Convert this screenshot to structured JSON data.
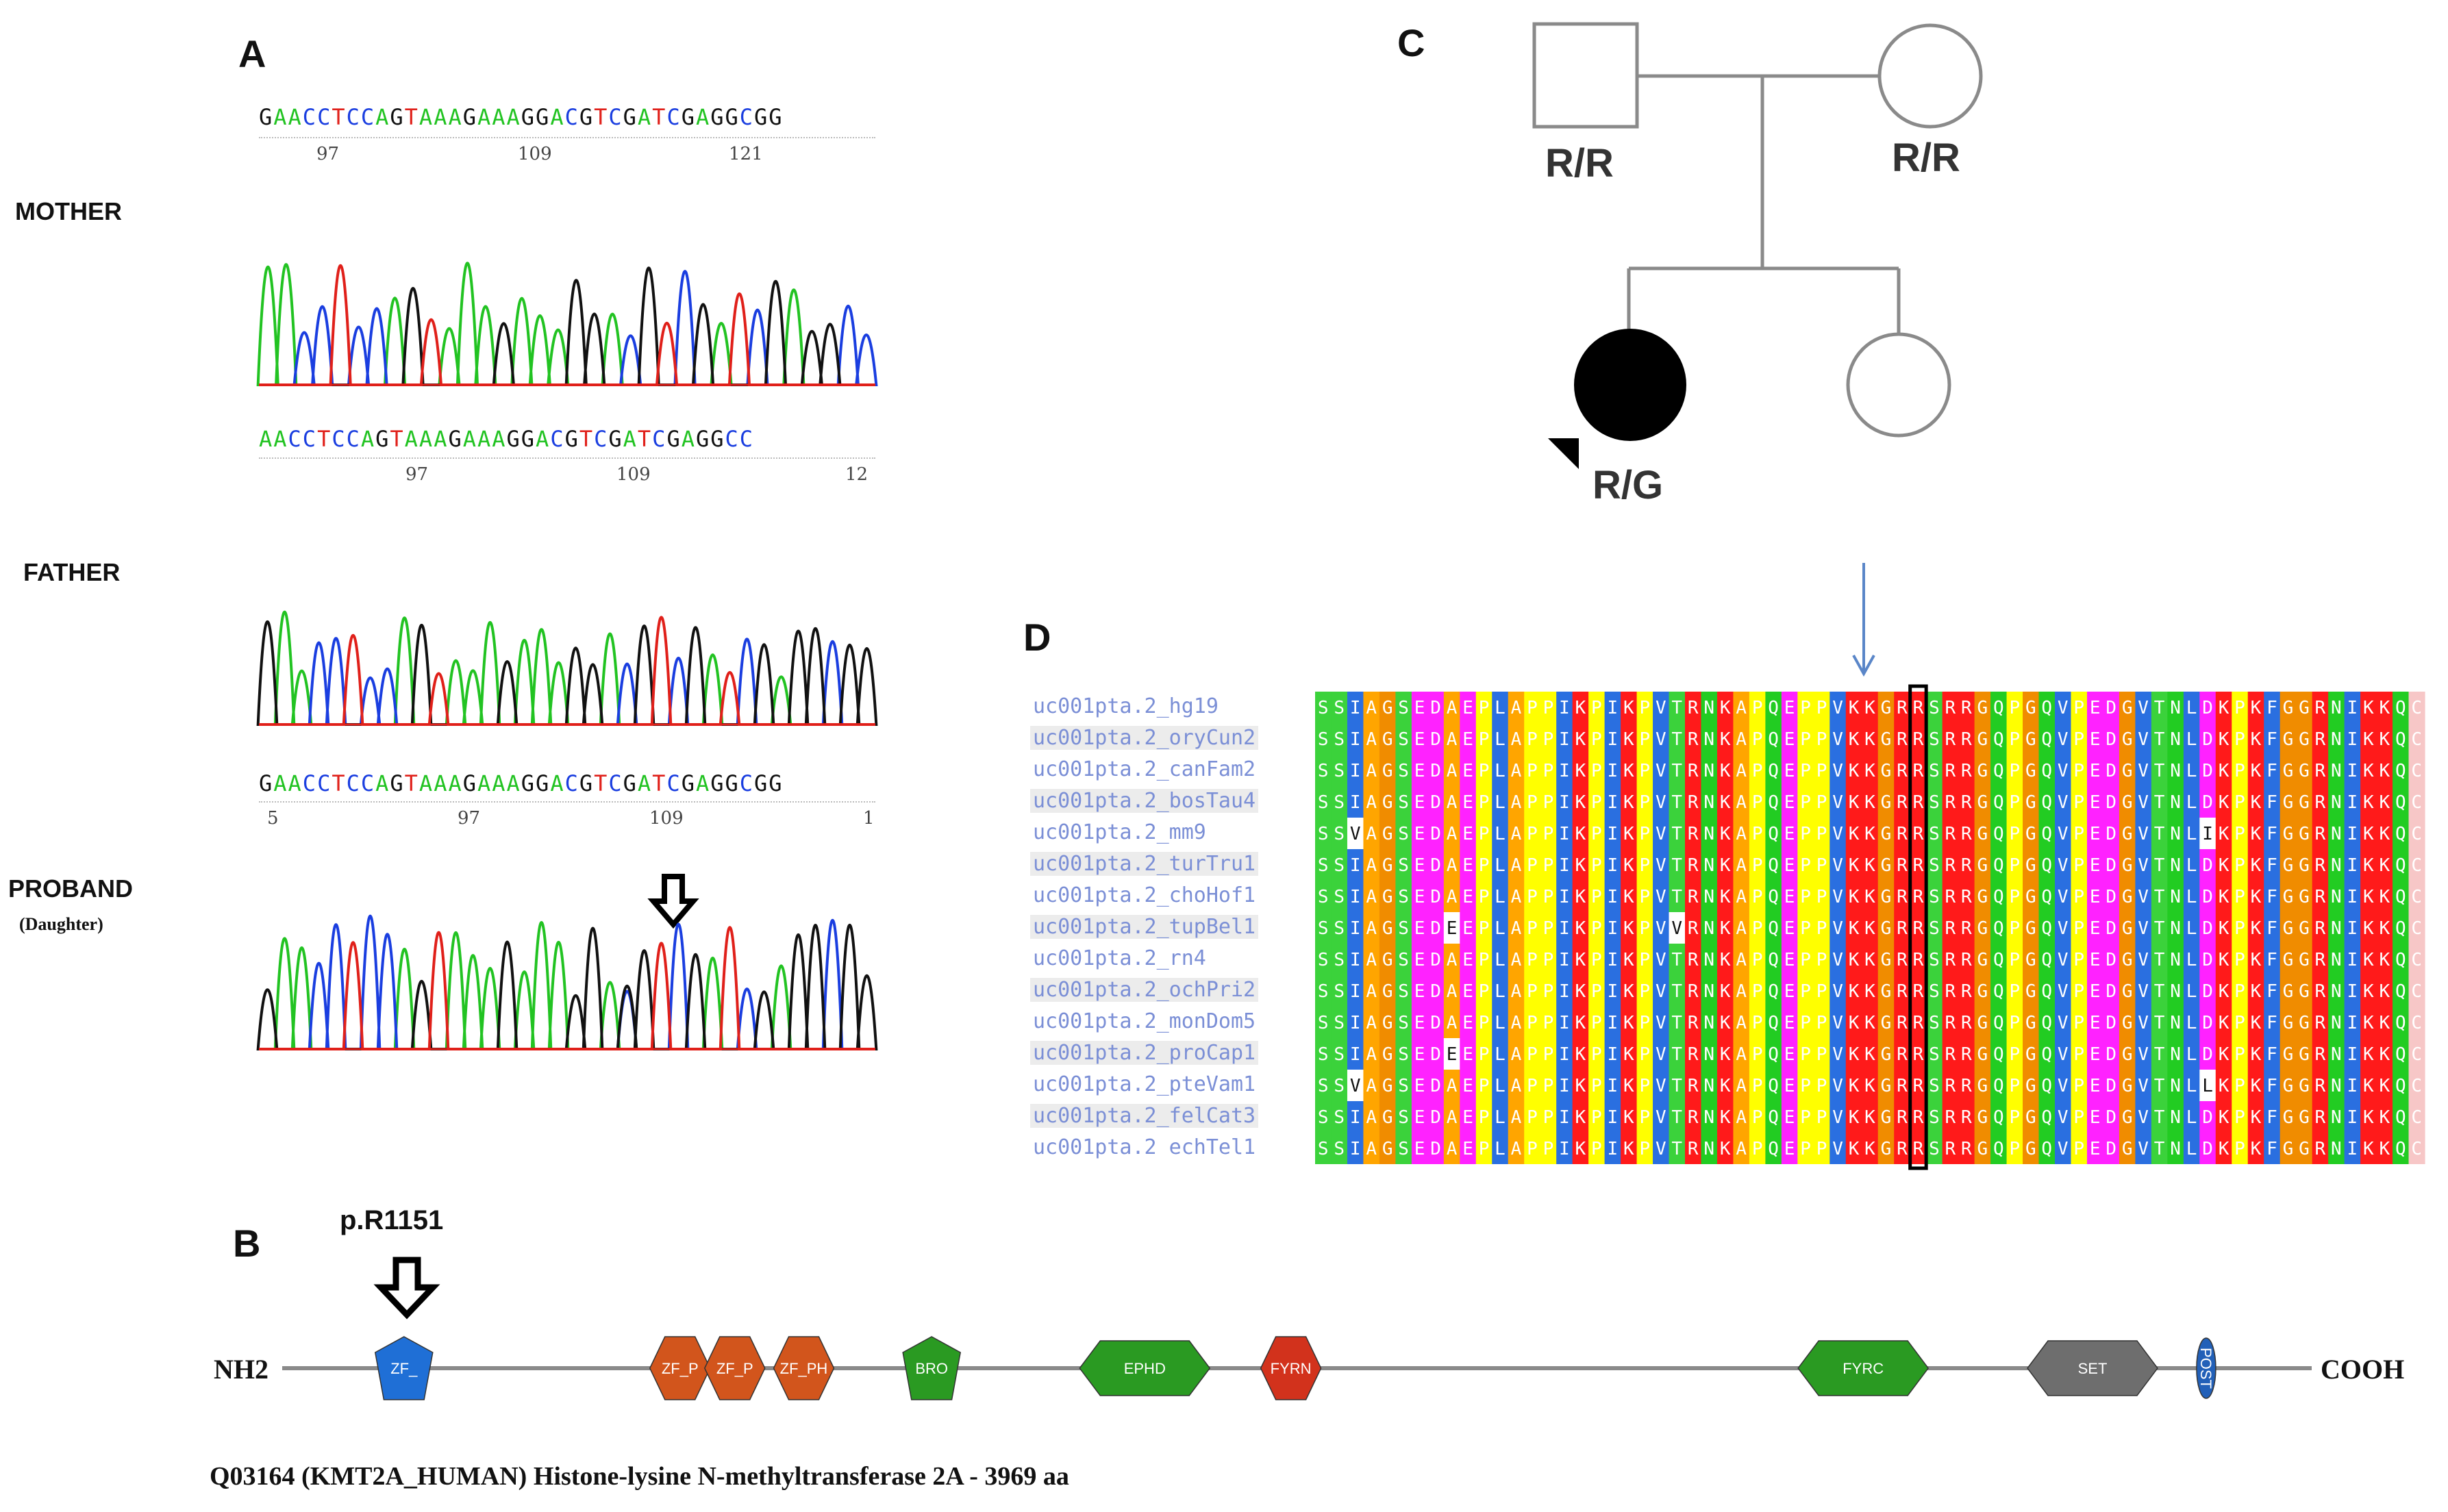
{
  "panels": {
    "a": "A",
    "b": "B",
    "c": "C",
    "d": "D"
  },
  "panel_a": {
    "mother": {
      "label": "MOTHER",
      "ref_seq": "GAACCTCCAGTAAAGAAAGGACGTCGATCGAGGCGG",
      "ref_pos": [
        "97",
        "109",
        "121"
      ],
      "read_seq": "AACCTCCAGTAAAGAAAGGACGTCGATCGAGGCC",
      "read_pos": [
        "97",
        "109",
        "12"
      ]
    },
    "father": {
      "label": "FATHER",
      "read_seq": "GAACCTCCAGTAAAGAAAGGACGTCGATCGAGGCGG",
      "read_pos": [
        "5",
        "97",
        "109",
        "1"
      ]
    },
    "proband": {
      "label": "PROBAND",
      "sublabel": "(Daughter)"
    }
  },
  "panel_b": {
    "variant": "p.R1151",
    "n_term": "NH2",
    "c_term": "COOH",
    "protein_length_aa": 3969,
    "variant_position_aa": 1151,
    "caption": "Q03164 (KMT2A_HUMAN) Histone-lysine N-methyltransferase 2A - 3969 aa",
    "domains": [
      {
        "label": "ZF_",
        "shape": "pentagon",
        "color": "#1f6fd6"
      },
      {
        "label": "ZF_P",
        "shape": "hexagon",
        "color": "#d2551c"
      },
      {
        "label": "ZF_P",
        "shape": "hexagon",
        "color": "#d2551c"
      },
      {
        "label": "ZF_PH",
        "shape": "hexagon",
        "color": "#d2551c"
      },
      {
        "label": "BRO",
        "shape": "pentagon",
        "color": "#2a9a22"
      },
      {
        "label": "EPHD",
        "shape": "elongated-hexagon",
        "color": "#2a9a22"
      },
      {
        "label": "FYRN",
        "shape": "hexagon",
        "color": "#d2321c"
      },
      {
        "label": "FYRC",
        "shape": "elongated-hexagon",
        "color": "#2a9a22"
      },
      {
        "label": "SET",
        "shape": "elongated-hexagon",
        "color": "#6e6e6e"
      },
      {
        "label": "POST",
        "shape": "small-oval",
        "color": "#2260b8"
      }
    ]
  },
  "panel_c": {
    "father_genotype": "R/R",
    "mother_genotype": "R/R",
    "proband_genotype": "R/G",
    "proband_affected": true
  },
  "panel_d": {
    "species": [
      "uc001pta.2_hg19",
      "uc001pta.2_oryCun2",
      "uc001pta.2_canFam2",
      "uc001pta.2_bosTau4",
      "uc001pta.2_mm9",
      "uc001pta.2_turTru1",
      "uc001pta.2_choHof1",
      "uc001pta.2_tupBel1",
      "uc001pta.2_rn4",
      "uc001pta.2_ochPri2",
      "uc001pta.2_monDom5",
      "uc001pta.2_proCap1",
      "uc001pta.2_pteVam1",
      "uc001pta.2_felCat3",
      "uc001pta.2 echTel1"
    ],
    "consensus": "SSIAGSEDAEPLAPPIKPIKPVTRNKAPQEPPVKKGRRSRRGQPGQVPEDGVTNLDKPKFGGRNIKKQC",
    "highlight_residue": "R",
    "variant_rows": [
      {
        "row": 4,
        "col": 2,
        "aa": "V"
      },
      {
        "row": 4,
        "col": 55,
        "aa": "I"
      },
      {
        "row": 7,
        "col": 8,
        "aa": "E"
      },
      {
        "row": 7,
        "col": 22,
        "aa": "V"
      },
      {
        "row": 11,
        "col": 8,
        "aa": "E"
      },
      {
        "row": 12,
        "col": 2,
        "aa": "V"
      },
      {
        "row": 12,
        "col": 55,
        "aa": "L"
      }
    ]
  }
}
